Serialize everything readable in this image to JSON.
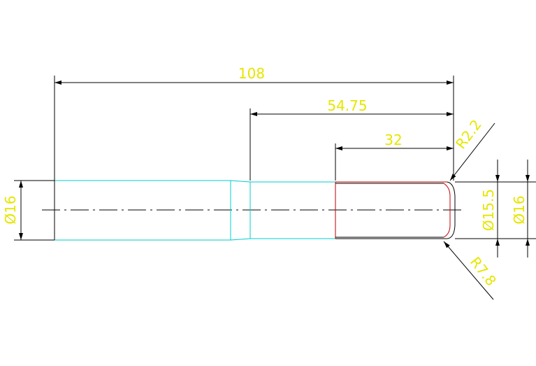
{
  "drawing": {
    "dimensions": {
      "overall_length": "108",
      "step_length": "54.75",
      "thread_length": "32",
      "left_diameter": "Ø16",
      "thread_diameter": "Ø15.5",
      "right_diameter": "Ø16",
      "fillet_top": "R2.2",
      "fillet_bottom": "R7.8"
    },
    "colors": {
      "background": "#ffffff",
      "paper": "#ffffff",
      "line": "#000000",
      "cyan_outline": "#00cccc",
      "red_outline": "#c00000",
      "dimension_text": "#e6e600"
    }
  }
}
